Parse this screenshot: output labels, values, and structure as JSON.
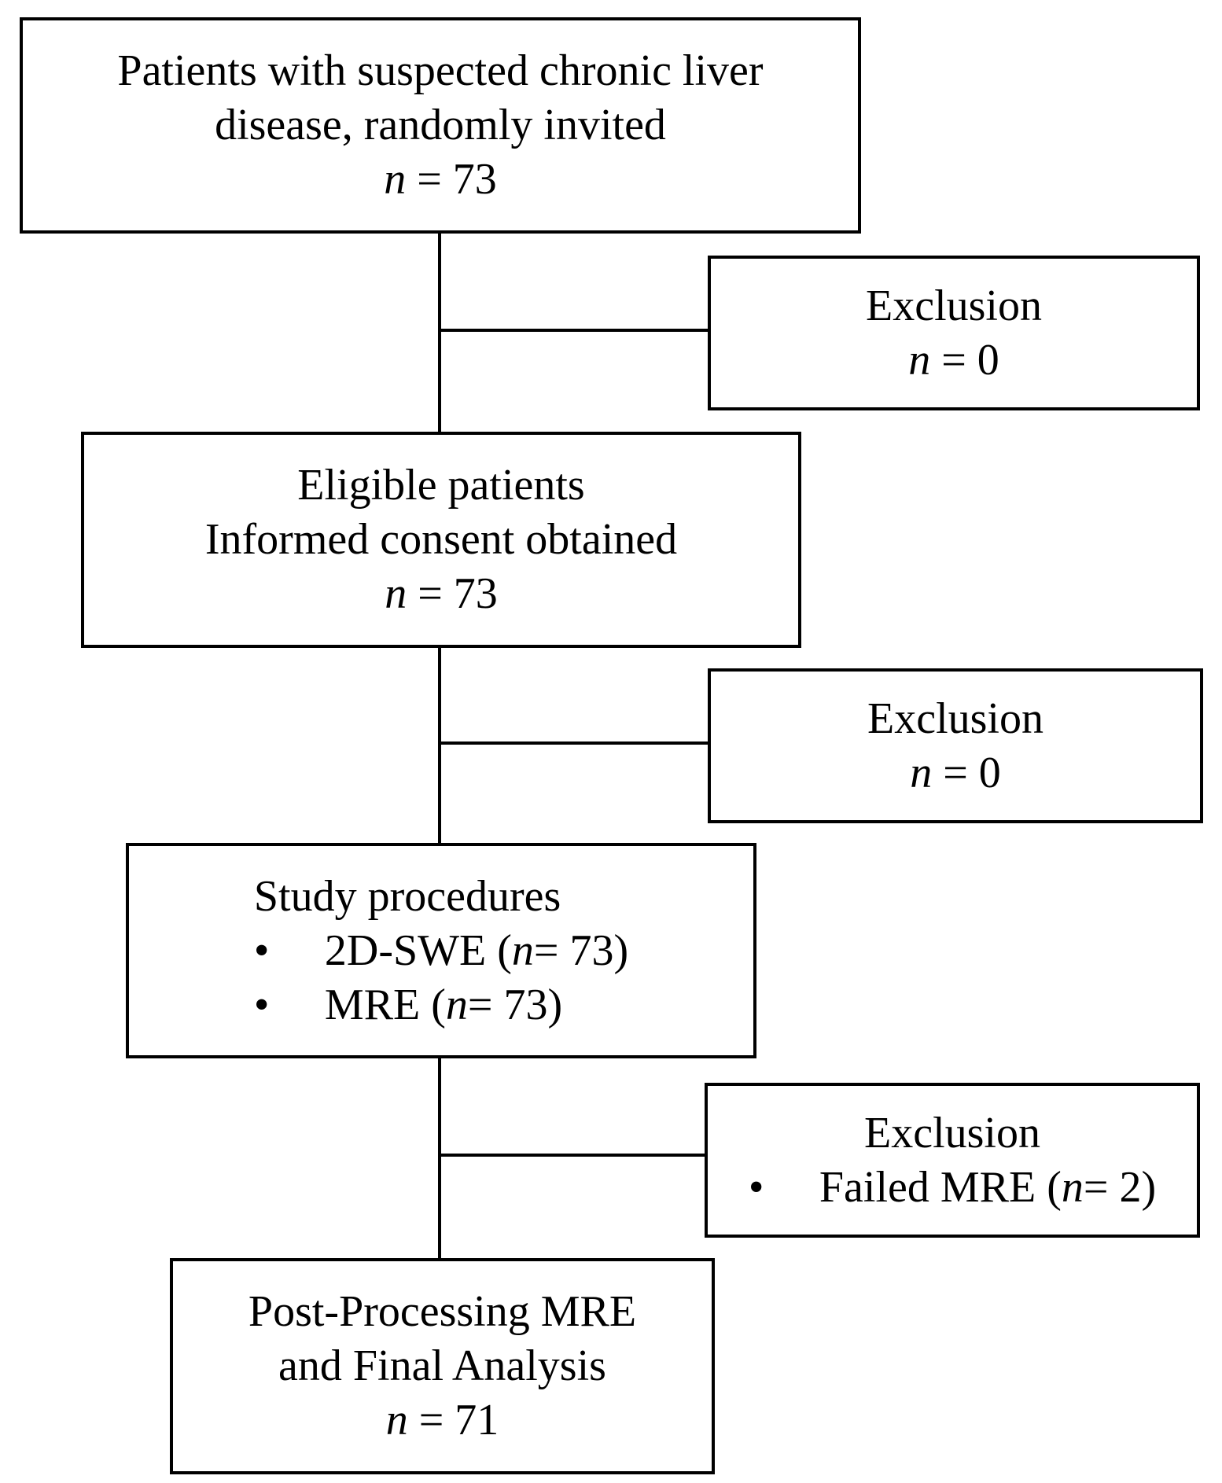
{
  "colors": {
    "stroke": "#000000",
    "background": "#ffffff"
  },
  "boxes": {
    "invited": {
      "line1": "Patients with suspected chronic liver",
      "line2": "disease, randomly invited",
      "n_label": "n",
      "n_value": "= 73"
    },
    "exclusion1": {
      "title": "Exclusion",
      "n_label": "n",
      "n_value": "= 0"
    },
    "eligible": {
      "line1": "Eligible patients",
      "line2": "Informed consent obtained",
      "n_label": "n",
      "n_value": "= 73"
    },
    "exclusion2": {
      "title": "Exclusion",
      "n_label": "n",
      "n_value": "= 0"
    },
    "procedures": {
      "title": "Study procedures",
      "items": [
        {
          "bullet": "•",
          "prefix": "2D-SWE (",
          "n_label": "n",
          "suffix": " = 73)"
        },
        {
          "bullet": "•",
          "prefix": "MRE (",
          "n_label": "n",
          "suffix": " = 73)"
        }
      ]
    },
    "exclusion3": {
      "title": "Exclusion",
      "items": [
        {
          "bullet": "•",
          "prefix": "Failed MRE (",
          "n_label": "n",
          "suffix": " = 2)"
        }
      ]
    },
    "final": {
      "line1": "Post-Processing MRE",
      "line2": "and Final Analysis",
      "n_label": "n",
      "n_value": "= 71"
    }
  }
}
